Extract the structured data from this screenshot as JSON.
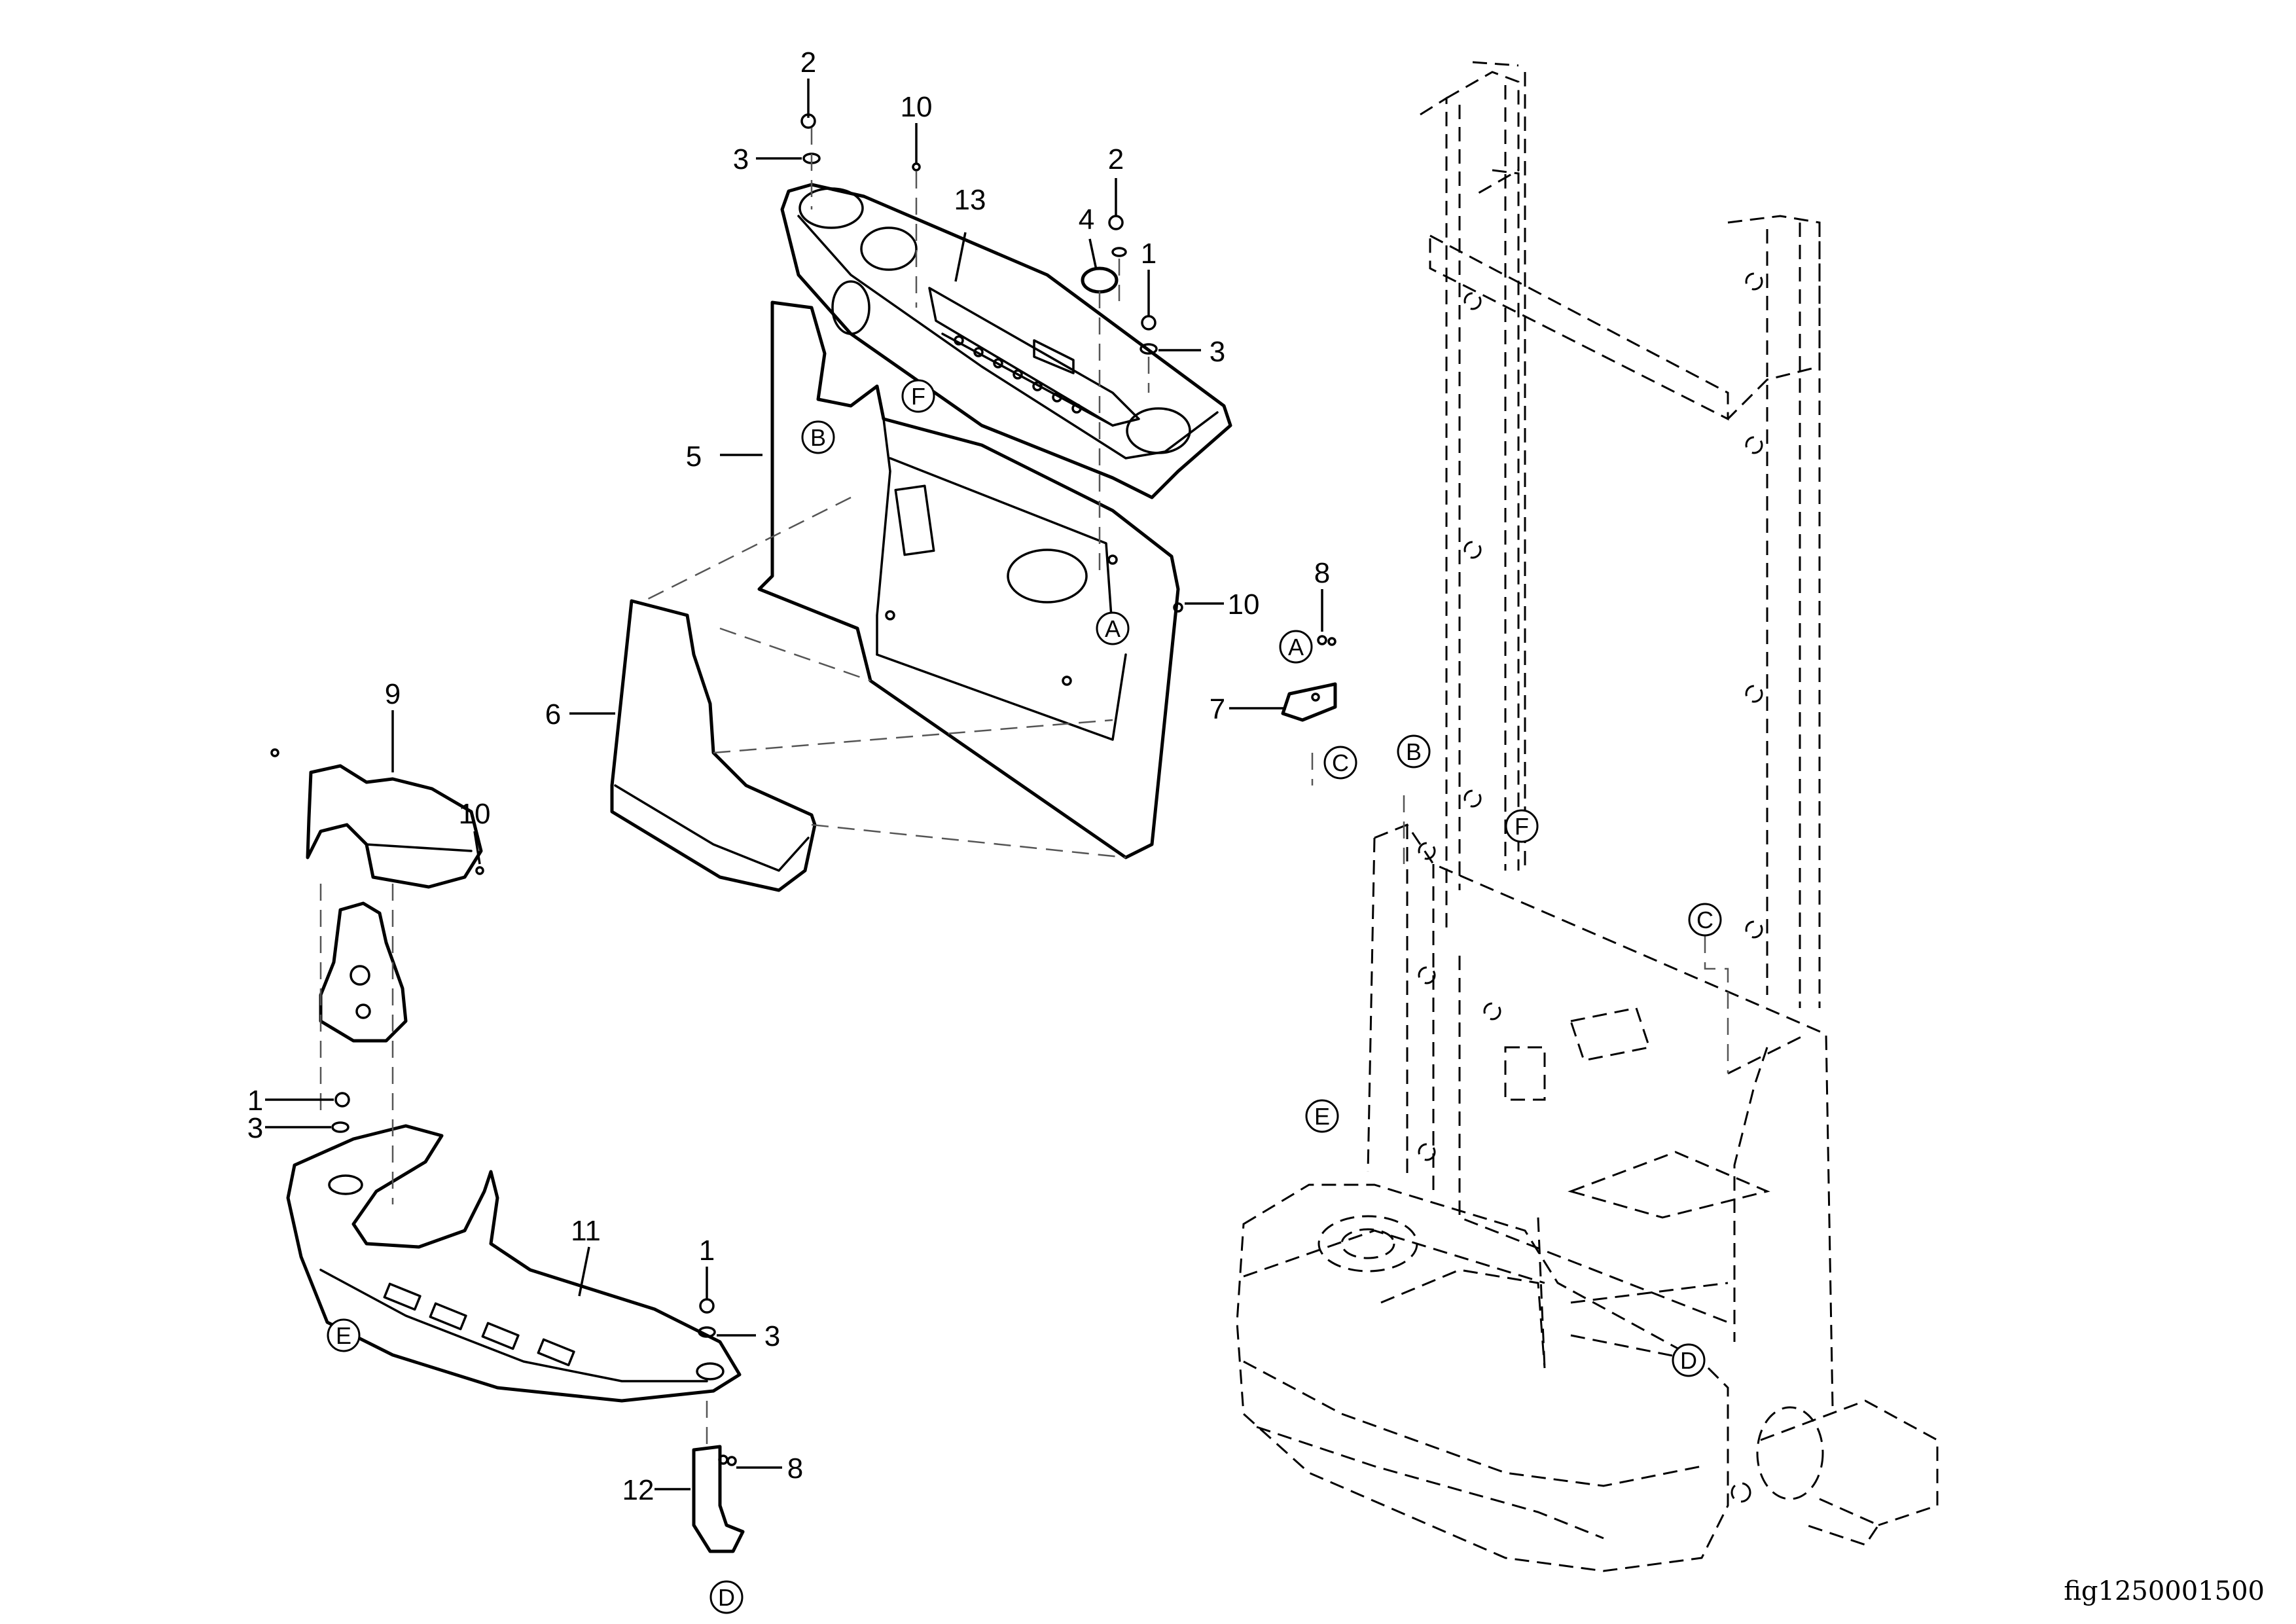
{
  "figure_id": "fig1250001500",
  "callouts": {
    "c2a": "2",
    "c10a": "10",
    "c3a": "3",
    "c13": "13",
    "c4": "4",
    "c2b": "2",
    "c1a": "1",
    "c3b": "3",
    "c5": "5",
    "c6": "6",
    "c10b": "10",
    "c8a": "8",
    "c7": "7",
    "c9": "9",
    "c10c": "10",
    "c1b": "1",
    "c3c": "3",
    "c11": "11",
    "c1c": "1",
    "c3d": "3",
    "c12": "12",
    "c8b": "8"
  },
  "refs": {
    "f1": "F",
    "b1": "B",
    "a1": "A",
    "a2": "A",
    "c1": "C",
    "b2": "B",
    "f2": "F",
    "c2": "C",
    "e1": "E",
    "d1": "D",
    "e2": "E",
    "d2": "D"
  }
}
